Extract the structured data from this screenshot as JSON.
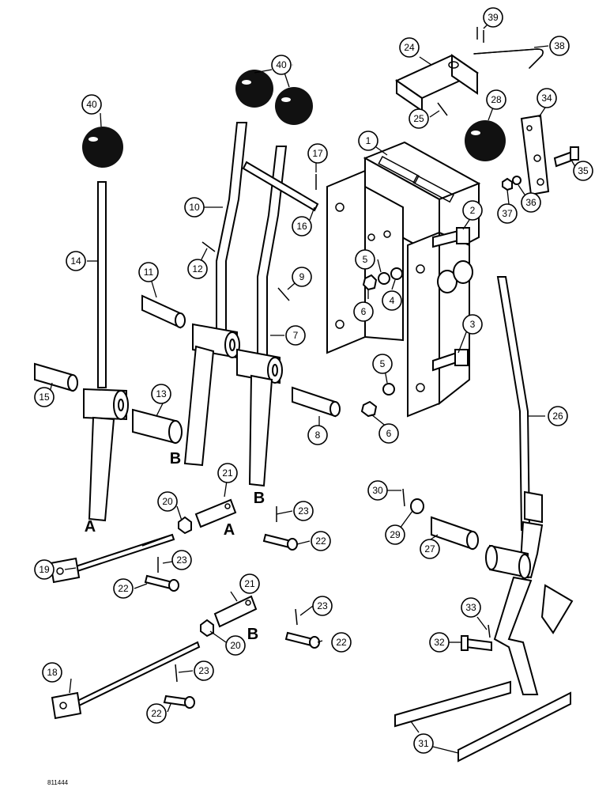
{
  "figure": {
    "code": "811444"
  },
  "callouts": [
    "40",
    "40",
    "40",
    "28",
    "24",
    "39",
    "38",
    "25",
    "34",
    "35",
    "36",
    "37",
    "1",
    "2",
    "17",
    "16",
    "10",
    "12",
    "11",
    "9",
    "7",
    "14",
    "5",
    "4",
    "6",
    "3",
    "15",
    "13",
    "8",
    "26",
    "21",
    "20",
    "23",
    "22",
    "30",
    "29",
    "27",
    "19",
    "33",
    "32",
    "18",
    "31"
  ],
  "letters": [
    "A",
    "B",
    "A",
    "B",
    "B"
  ]
}
